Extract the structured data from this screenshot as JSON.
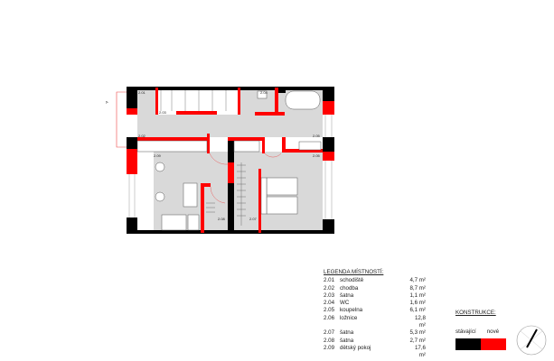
{
  "plan": {
    "room_labels": [
      "2.01",
      "2.02",
      "2.03",
      "2.04",
      "2.05",
      "2.05",
      "2.06",
      "2.07",
      "2.08",
      "2.09"
    ],
    "section_mark": "A"
  },
  "legend": {
    "title": "LEGENDA MÍSTNOSTÍ:",
    "rooms": [
      {
        "code": "2.01",
        "name": "schodiště",
        "area": "4,7 m²"
      },
      {
        "code": "2.02",
        "name": "chodba",
        "area": "8,7 m²"
      },
      {
        "code": "2.03",
        "name": "šatna",
        "area": "1,1 m²"
      },
      {
        "code": "2.04",
        "name": "WC",
        "area": "1,6 m²"
      },
      {
        "code": "2.05",
        "name": "koupelna",
        "area": "6,1 m²"
      },
      {
        "code": "2.06",
        "name": "ložnice",
        "area": "12,8 m²"
      },
      {
        "code": "2.07",
        "name": "šatna",
        "area": "5,3 m²"
      },
      {
        "code": "2.08",
        "name": "šatna",
        "area": "2,7 m²"
      },
      {
        "code": "2.09",
        "name": "dětský pokoj",
        "area": "17,6 m²"
      }
    ]
  },
  "construction": {
    "title": "KONSTRUKCE:",
    "existing_label": "stávající",
    "new_label": "nové",
    "existing_color": "#000000",
    "new_color": "#ff0000"
  },
  "north_arrow": "north-arrow-icon"
}
